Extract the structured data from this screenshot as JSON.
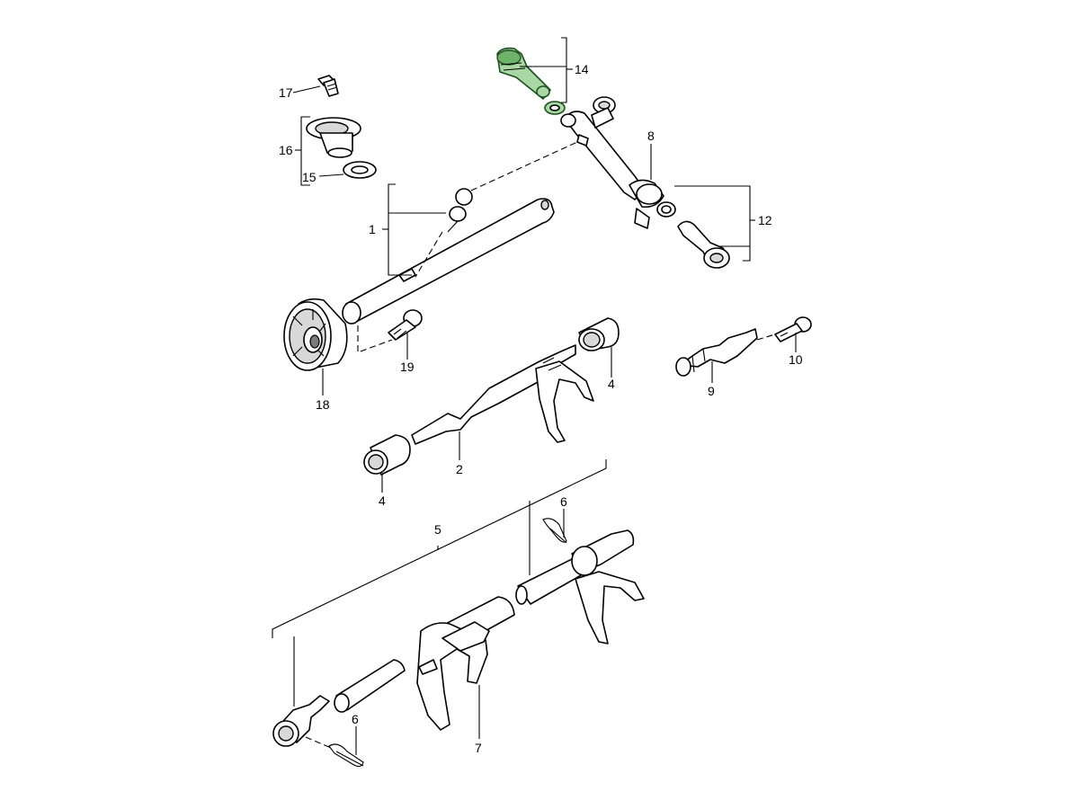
{
  "colors": {
    "highlight": "#a9d8a4",
    "highlight_stroke": "#1e4f1e",
    "line": "#000000",
    "background": "#ffffff"
  },
  "callouts": {
    "c1": "1",
    "c2": "2",
    "c4a": "4",
    "c4b": "4",
    "c5": "5",
    "c6a": "6",
    "c6b": "6",
    "c7": "7",
    "c8": "8",
    "c9": "9",
    "c10": "10",
    "c12": "12",
    "c14": "14",
    "c15": "15",
    "c16": "16",
    "c17": "17",
    "c18": "18",
    "c19": "19"
  },
  "highlighted_part": "14"
}
